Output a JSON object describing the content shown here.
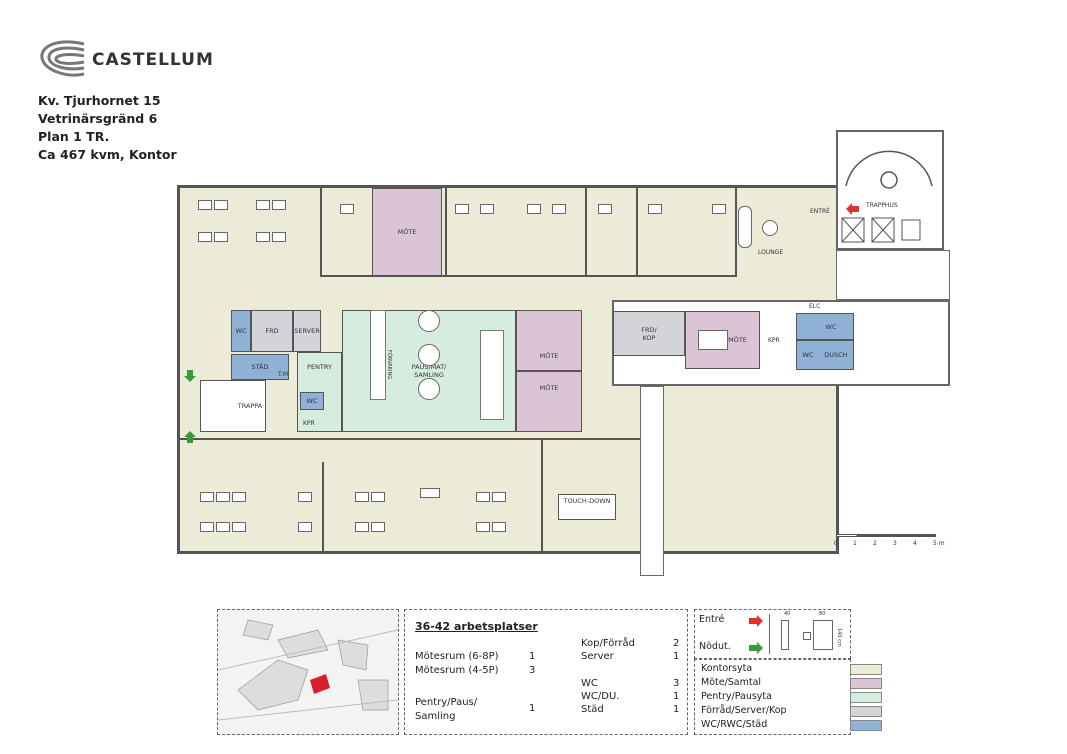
{
  "brand": {
    "name": "CASTELLUM"
  },
  "address": [
    "Kv. Tjurhornet 15",
    "Vetrinärsgränd 6",
    "Plan 1 TR.",
    "Ca 467 kvm, Kontor"
  ],
  "rooms": {
    "mote": "MÖTE",
    "lounge": "LOUNGE",
    "entre": "ENTRÉ",
    "trapphus": "TRAPPHUS",
    "wc": "WC",
    "frd": "FRD",
    "server": "SERVER",
    "stad": "STÄD",
    "tm": "T.M",
    "pentry": "PENTRY",
    "forvaring": "FÖRVARING",
    "trappa": "TRAPPA",
    "kpr": "KPR",
    "paus": "PAUS/MAT/ SAMLING",
    "frdkop": "FRD/ KOP",
    "elc": "ELC",
    "dusch": "DUSCH",
    "touchdown": "TOUCH-DOWN"
  },
  "scale": {
    "ticks": [
      "0",
      "1",
      "2",
      "3",
      "4",
      "5 m"
    ]
  },
  "summary": {
    "title": "36-42 arbetsplatser",
    "left": [
      {
        "label": "Mötesrum (6-8P)",
        "count": "1"
      },
      {
        "label": "Mötesrum (4-5P)",
        "count": "3"
      },
      {
        "label": "Pentry/Paus/ Samling",
        "count": "1"
      }
    ],
    "right": [
      {
        "label": "Kop/Förråd",
        "count": "2"
      },
      {
        "label": "Server",
        "count": "1"
      },
      {
        "label": "WC",
        "count": "3"
      },
      {
        "label": "WC/DU.",
        "count": "1"
      },
      {
        "label": "Städ",
        "count": "1"
      }
    ]
  },
  "legend": {
    "entre": "Entré",
    "nodut": "Nödut.",
    "dims": {
      "w1": "40",
      "w2": "80",
      "h": "140 cm"
    },
    "colors": [
      {
        "label": "Kontorsyta",
        "color": "#ecebd8"
      },
      {
        "label": "Möte/Samtal",
        "color": "#dcc4d7"
      },
      {
        "label": "Pentry/Pausyta",
        "color": "#d6ecdf"
      },
      {
        "label": "Förråd/Server/Kop",
        "color": "#d2d4d8"
      },
      {
        "label": "WC/RWC/Städ",
        "color": "#8fb1d6"
      }
    ],
    "entry_color": "#e03030",
    "exit_color": "#3a9a3a"
  }
}
